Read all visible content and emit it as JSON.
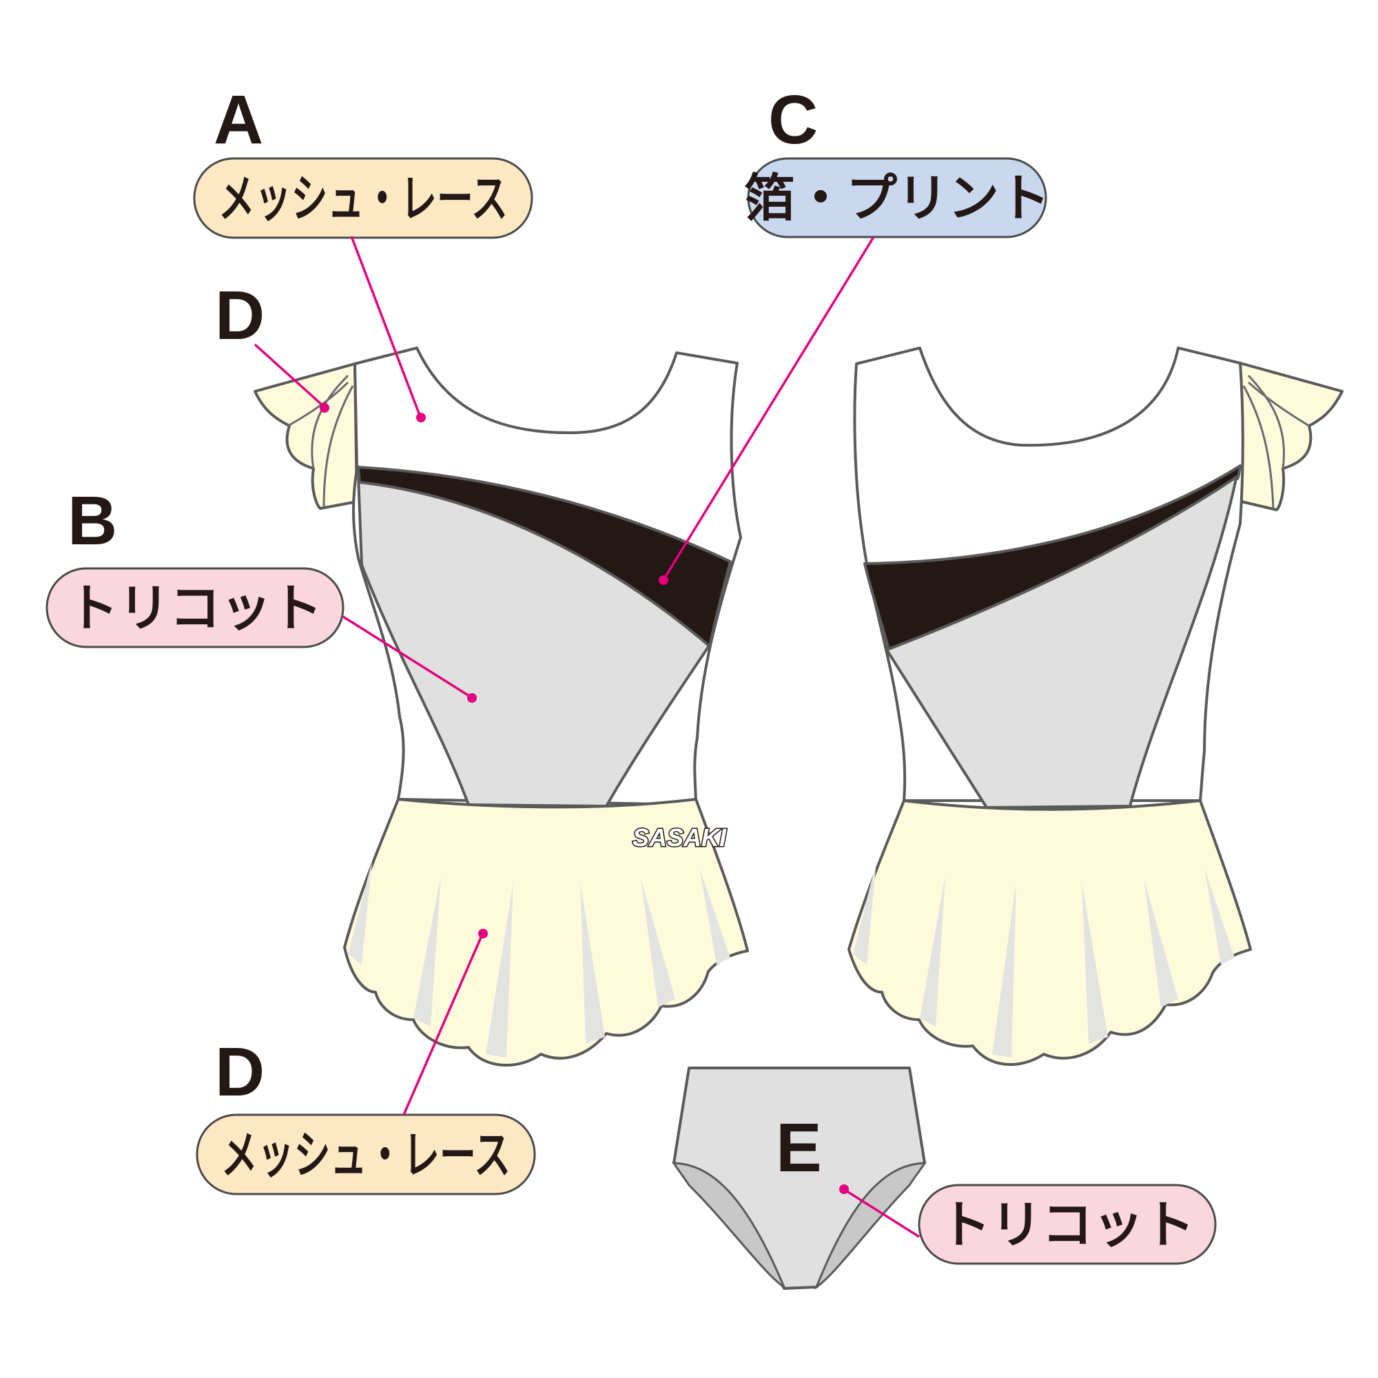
{
  "callouts": {
    "a": {
      "letter": "A",
      "label": "メッシュ・レース"
    },
    "b": {
      "letter": "B",
      "label": "トリコット"
    },
    "c": {
      "letter": "C",
      "label": "箔・プリント"
    },
    "d_sleeve": {
      "letter": "D"
    },
    "d_skirt": {
      "letter": "D",
      "label": "メッシュ・レース"
    },
    "e": {
      "letter": "E",
      "label": "トリコット"
    }
  },
  "brand": {
    "logo_text": "SASAKI"
  },
  "colors": {
    "mesh_pill": "#fde8c4",
    "tricot_pill": "#fad6df",
    "print_pill": "#c9d8ee",
    "leader": "#e4007f",
    "skirt": "#fefbdc",
    "panel_gray": "#dfe0df",
    "black_band": "#231815",
    "outline": "#5a5a5a"
  },
  "icons": {
    "front_garment": "leotard-front-icon",
    "back_garment": "leotard-back-icon",
    "briefs": "briefs-icon"
  }
}
